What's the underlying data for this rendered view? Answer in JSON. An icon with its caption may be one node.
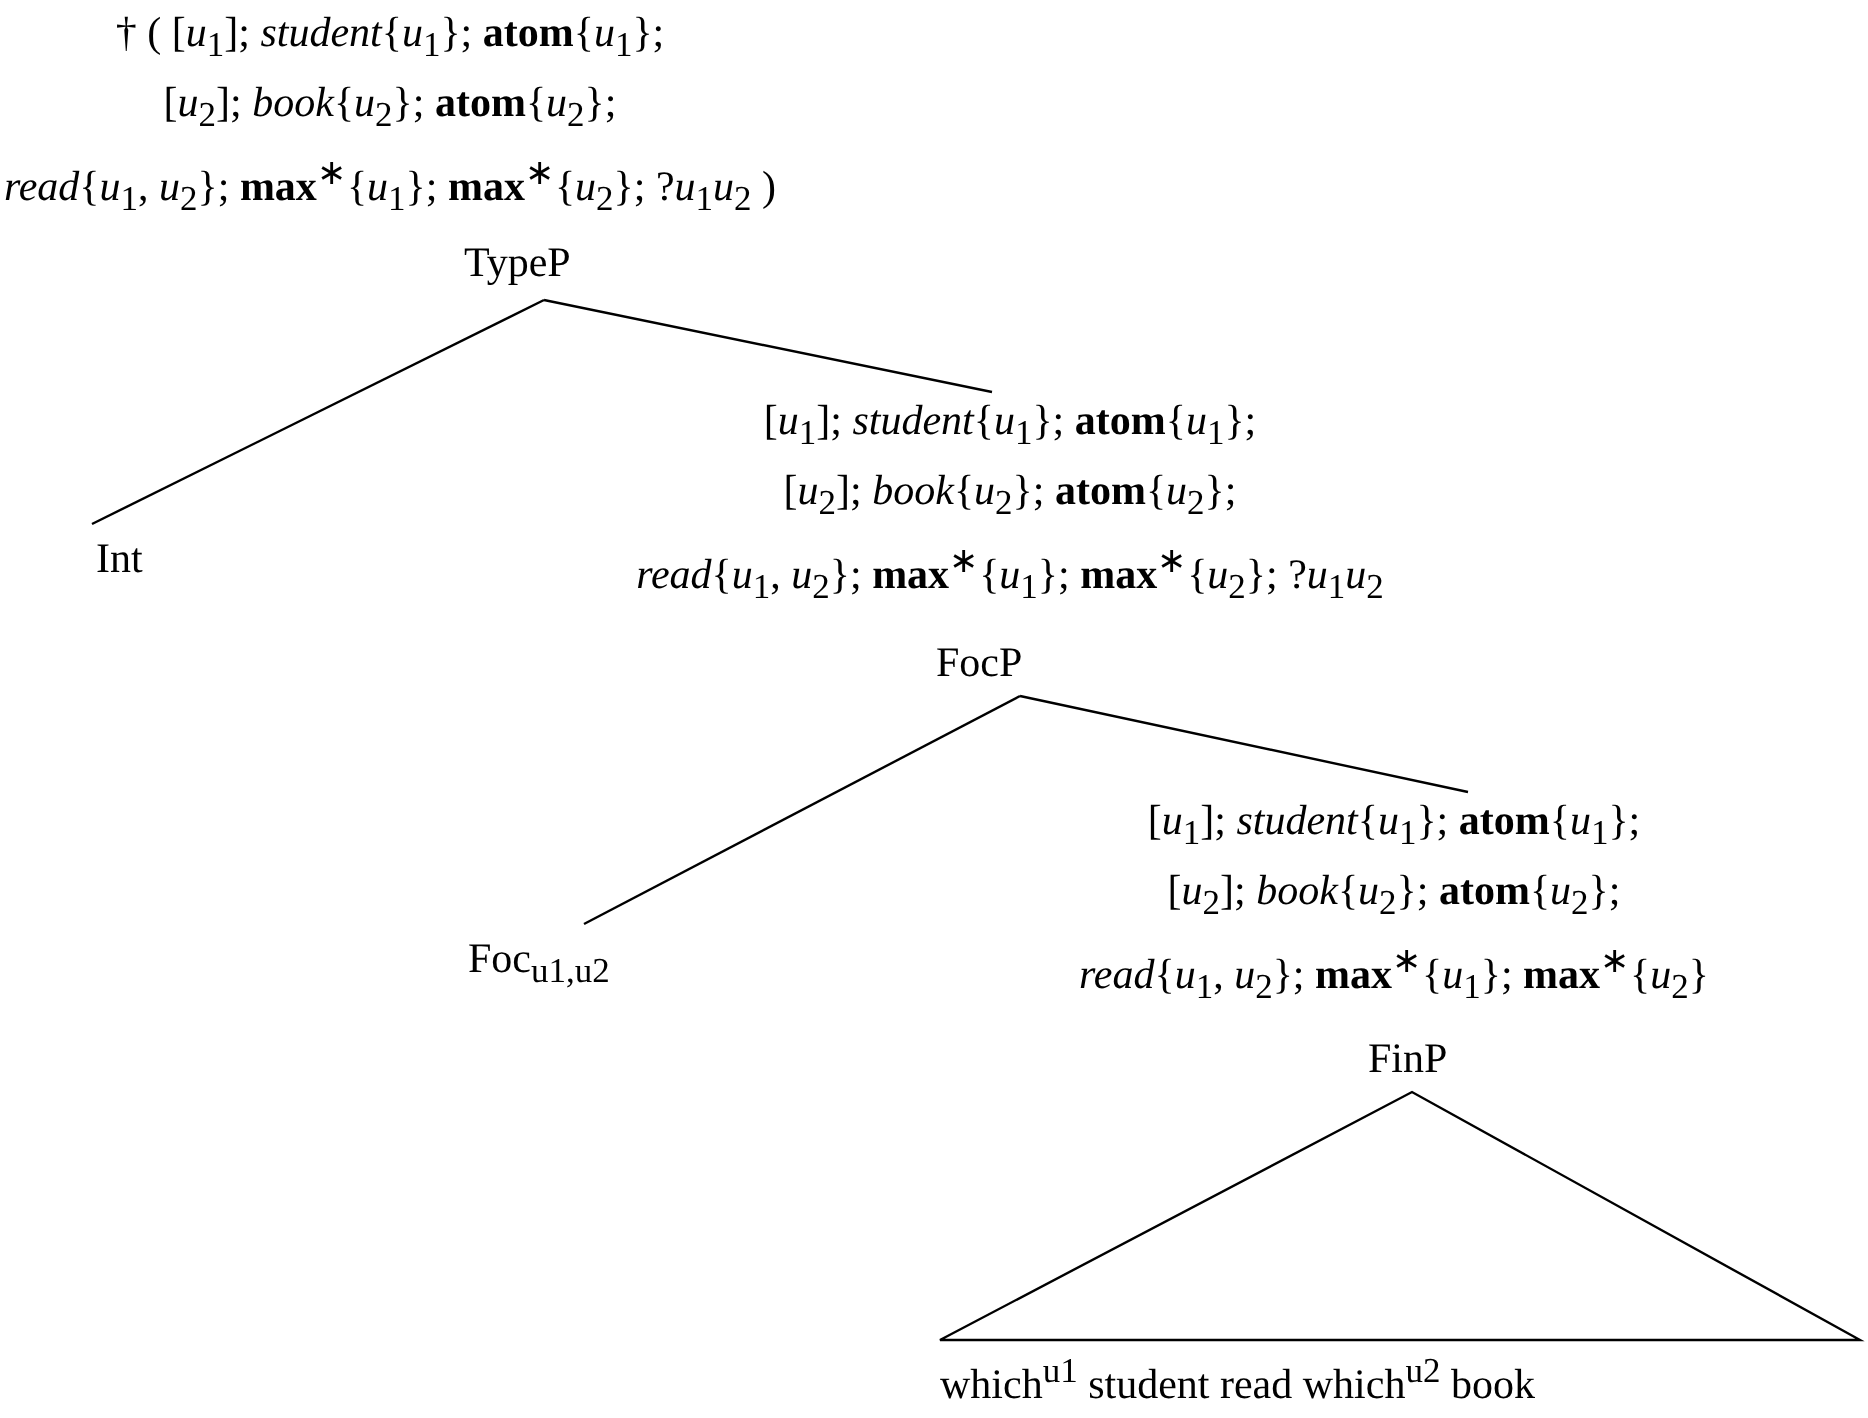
{
  "diagram": {
    "nodes": [
      {
        "text": [
          "† ( [*u*$_{1}$]; *student*{*u*$_{1}$}; **atom**{*u*$_{1}$}; [*u*$_{2}$]; *book*{*u*$_{2}$}; **atom**{*u*$_{2}$}; *read*{*u*$_{1}$, *u*$_{2}$}; **max**$^{∗}${*u*$_{1}$}; **max**$^{∗}${*u*$_{2}$}; ?*u*$_{1}$*u*$_{2}$ )",
          "TypeP"
        ]
      },
      {
        "text": [
          "Int"
        ]
      },
      {
        "text": [
          "[*u*$_{1}$]; *student*{*u*$_{1}$}; **atom**{*u*$_{1}$}; [*u*$_{2}$]; *book*{*u*$_{2}$}; **atom**{*u*$_{2}$}; *read*{*u*$_{1}$, *u*$_{2}$}; **max**$^{∗}${*u*$_{1}$}; **max**$^{∗}${*u*$_{2}$}; ?*u*$_{1}$*u*$_{2}$",
          "FocP"
        ]
      },
      {
        "text": [
          "Foc$_{u1,u2}$"
        ]
      },
      {
        "text": [
          "[*u*$_{1}$]; *student*{*u*$_{1}$}; **atom**{*u*$_{1}$}; [*u*$_{2}$]; *book*{*u*$_{2}$}; **atom**{*u*$_{2}$}; *read*{*u*$_{1}$, *u*$_{2}$}; **max**$^{∗}${*u*$_{1}$}; **max**$^{∗}${*u*$_{2}$}",
          "FinP"
        ]
      },
      {
        "text": [
          "which$^{u1}$ student read which$^{u2}$ book"
        ]
      }
    ],
    "edges": [
      {
        "from": 0,
        "to": 1,
        "arrow": "none"
      },
      {
        "from": 0,
        "to": 2,
        "arrow": "none"
      },
      {
        "from": 2,
        "to": 3,
        "arrow": "none"
      },
      {
        "from": 2,
        "to": 4,
        "arrow": "none"
      },
      {
        "from": 4,
        "to": 5,
        "arrow": "none"
      }
    ]
  }
}
